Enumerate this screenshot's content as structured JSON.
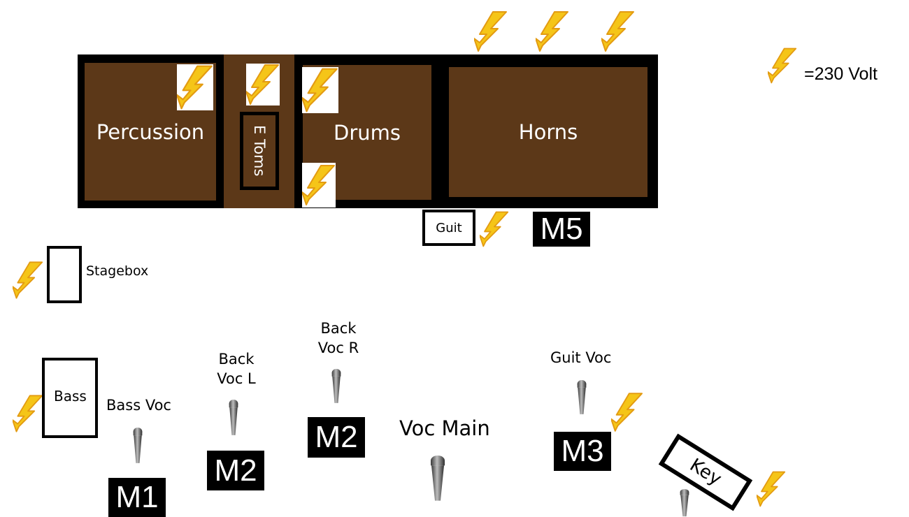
{
  "legend": {
    "text": "=230 Volt",
    "icon": "lightning-bolt-icon"
  },
  "risers": {
    "percussion": "Percussion",
    "etoms": "E Toms",
    "drums": "Drums",
    "horns": "Horns"
  },
  "equipment": {
    "guit": "Guit",
    "stagebox": "Stagebox",
    "bass": "Bass",
    "key": "Key"
  },
  "monitors": {
    "m1": "M1",
    "m2_left": "M2",
    "m2_right": "M2",
    "m3": "M3",
    "m5": "M5"
  },
  "mics": {
    "bass_voc": "Bass Voc",
    "back_voc_l_line1": "Back",
    "back_voc_l_line2": "Voc L",
    "back_voc_r_line1": "Back",
    "back_voc_r_line2": "Voc R",
    "voc_main": "Voc Main",
    "guit_voc": "Guit Voc"
  },
  "colors": {
    "riser_brown": "#5c3818",
    "frame_black": "#000000",
    "bolt_yellow": "#f5c518",
    "bolt_orange": "#e8a317"
  }
}
